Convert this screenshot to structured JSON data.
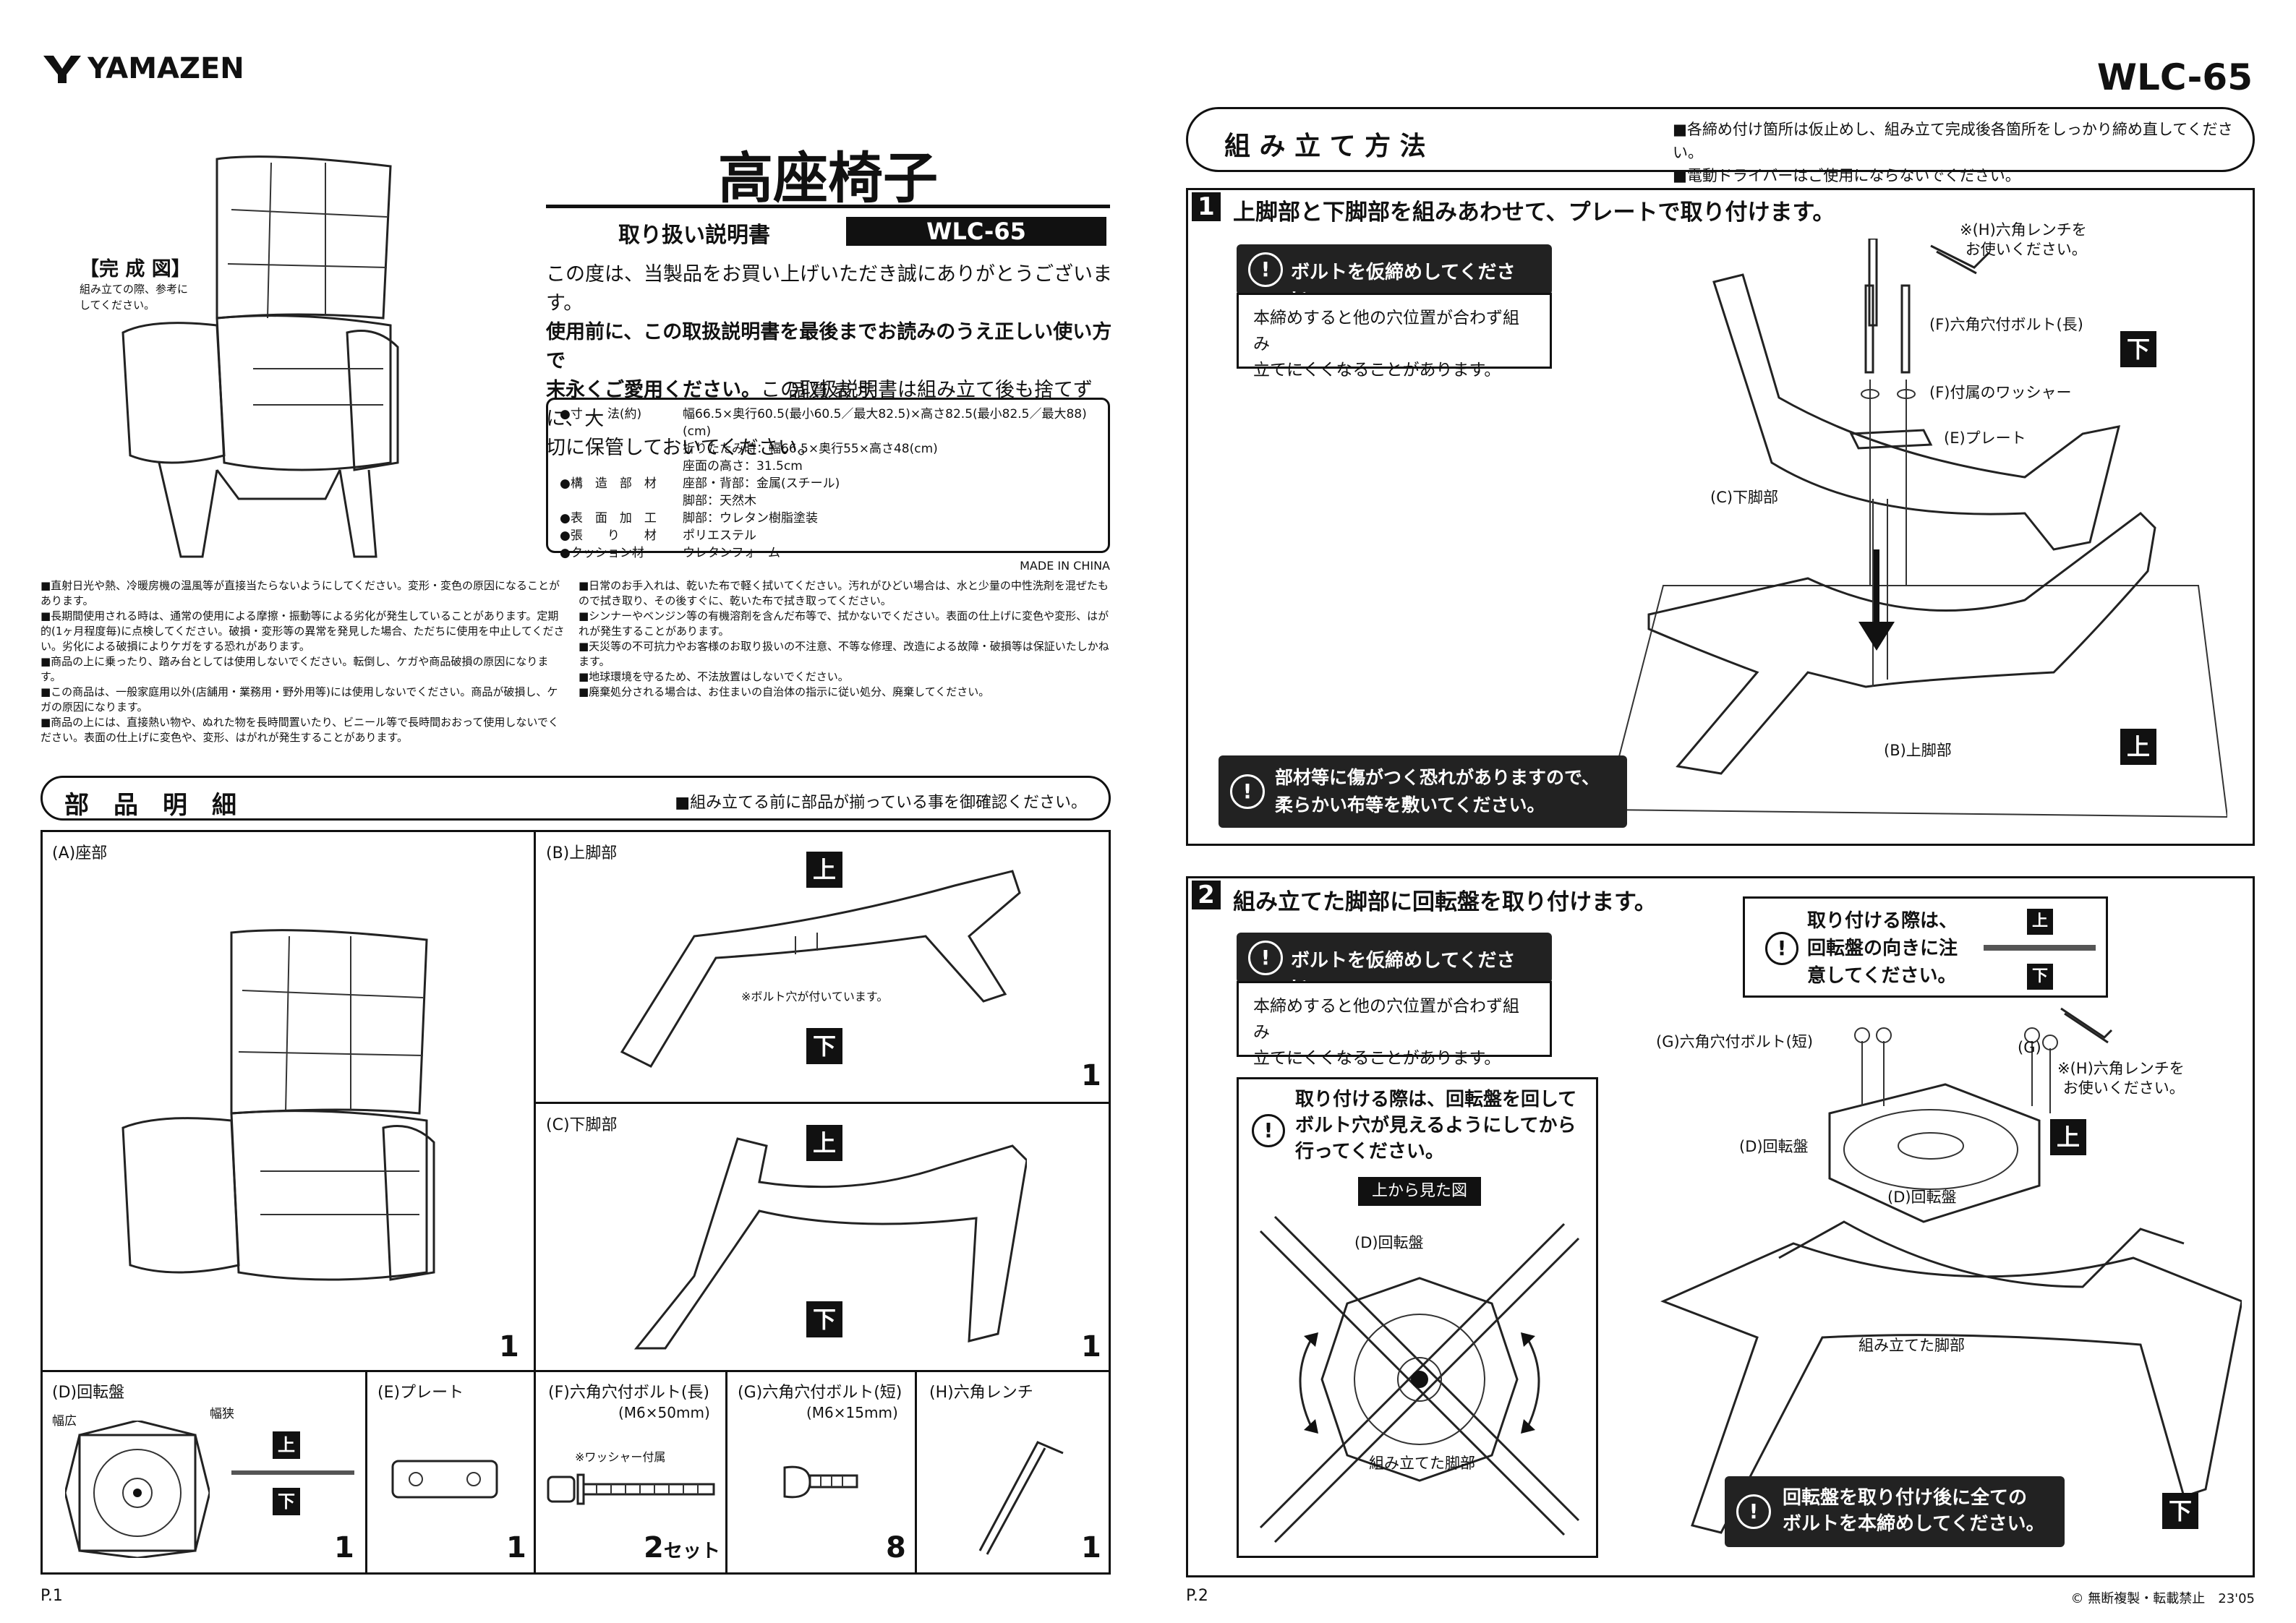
{
  "brand": "YAMAZEN",
  "header_model": "WLC-65",
  "product": {
    "title": "高座椅子",
    "manual_label": "取り扱い説明書",
    "model": "WLC-65",
    "finished_label": "【完 成 図】",
    "finished_note": "組み立ての際、参考にしてください。",
    "intro_1": "この度は、当製品をお買い上げいただき誠にありがとうございます。",
    "intro_2": "使用前に、この取扱説明書を最後までお読みのうえ正しい使い方で",
    "intro_3a": "末永くご愛用ください。",
    "intro_3b": "この取扱説明書は組み立て後も捨てずに、大",
    "intro_4": "切に保管しておいてください。"
  },
  "quality": {
    "title": "品 質 表 示",
    "rows": [
      {
        "label": "●寸　　法(約)",
        "value": "幅66.5×奥行60.5(最小60.5／最大82.5)×高さ82.5(最小82.5／最大88)(cm)"
      },
      {
        "label": "",
        "value": "折りたたみ時：幅66.5×奥行55×高さ48(cm)"
      },
      {
        "label": "",
        "value": "座面の高さ：31.5cm"
      },
      {
        "label": "●構　造　部　材",
        "value": "座部・背部：金属(スチール)"
      },
      {
        "label": "",
        "value": "脚部：天然木"
      },
      {
        "label": "●表　面　加　工",
        "value": "脚部：ウレタン樹脂塗装"
      },
      {
        "label": "●張　　り　　材",
        "value": "ポリエステル"
      },
      {
        "label": "●クッション材",
        "value": "ウレタンフォーム"
      }
    ],
    "origin": "MADE IN CHINA"
  },
  "notes_left": [
    "■直射日光や熱、冷暖房機の温風等が直接当たらないようにしてください。変形・変色の原因になることがあります。",
    "■長期間使用される時は、通常の使用による摩擦・振動等による劣化が発生していることがあります。定期的(1ヶ月程度毎)に点検してください。破損・変形等の異常を発見した場合、ただちに使用を中止してください。劣化による破損によりケガをする恐れがあります。",
    "■商品の上に乗ったり、踏み台としては使用しないでください。転倒し、ケガや商品破損の原因になります。",
    "■この商品は、一般家庭用以外(店舗用・業務用・野外用等)には使用しないでください。商品が破損し、ケガの原因になります。",
    "■商品の上には、直接熱い物や、ぬれた物を長時間置いたり、ビニール等で長時間おおって使用しないでください。表面の仕上げに変色や、変形、はがれが発生することがあります。"
  ],
  "notes_right": [
    "■日常のお手入れは、乾いた布で軽く拭いてください。汚れがひどい場合は、水と少量の中性洗剤を混ぜたもので拭き取り、その後すぐに、乾いた布で拭き取ってください。",
    "■シンナーやベンジン等の有機溶剤を含んだ布等で、拭かないでください。表面の仕上げに変色や変形、はがれが発生することがあります。",
    "■天災等の不可抗力やお客様のお取り扱いの不注意、不等な修理、改造による故障・破損等は保証いたしかねます。",
    "■地球環境を守るため、不法放置はしないでください。",
    "■廃棄処分される場合は、お住まいの自治体の指示に従い処分、廃棄してください。"
  ],
  "parts": {
    "title": "部　品　明　細",
    "note": "■組み立てる前に部品が揃っている事を御確認ください。",
    "a_label": "(A)座部",
    "a_qty": "1",
    "b_label": "(B)上脚部",
    "b_qty": "1",
    "b_note": "※ボルト穴が付いています。",
    "c_label": "(C)下脚部",
    "c_qty": "1",
    "up": "上",
    "down": "下",
    "d_label": "(D)回転盤",
    "d_wide": "幅広",
    "d_narrow": "幅狭",
    "d_qty": "1",
    "e_label": "(E)プレート",
    "e_qty": "1",
    "f_label": "(F)六角穴付ボルト(長)",
    "f_size": "(M6×50mm)",
    "f_washer": "※ワッシャー付属",
    "f_qty": "2",
    "f_unit": "セット",
    "g_label": "(G)六角穴付ボルト(短)",
    "g_size": "(M6×15mm)",
    "g_qty": "8",
    "h_label": "(H)六角レンチ",
    "h_qty": "1"
  },
  "page1": "P.1",
  "page2": "P.2",
  "assembly": {
    "title": "組 み 立 て 方 法",
    "note_1": "■各締め付け箇所は仮止めし、組み立て完成後各箇所をしっかり締め直してください。",
    "note_2": "■電動ドライバーはご使用にならないでください。"
  },
  "step1": {
    "num": "1",
    "title": "上脚部と下脚部を組みあわせて、プレートで取り付けます。",
    "caution": "ボルトを仮締めしてください。",
    "caution_body_1": "本締めすると他の穴位置が合わず組み",
    "caution_body_2": "立てにくくなることがあります。",
    "wrench_note_1": "※(H)六角レンチを",
    "wrench_note_2": "お使いください。",
    "bolt_label": "(F)六角穴付ボルト(長)",
    "washer_label": "(F)付属のワッシャー",
    "plate_label": "(E)プレート",
    "lower_label": "(C)下脚部",
    "upper_label": "(B)上脚部",
    "warn_1": "部材等に傷がつく恐れがありますので、",
    "warn_2": "柔らかい布等を敷いてください。",
    "down": "下",
    "up": "上"
  },
  "step2": {
    "num": "2",
    "title": "組み立てた脚部に回転盤を取り付けます。",
    "caution": "ボルトを仮締めしてください。",
    "caution_body_1": "本締めすると他の穴位置が合わず組み",
    "caution_body_2": "立てにくくなることがあります。",
    "orient_1": "取り付ける際は、",
    "orient_2": "回転盤の向きに注",
    "orient_3": "意してください。",
    "rotate_1": "取り付ける際は、回転盤を回して",
    "rotate_2": "ボルト穴が見えるようにしてから",
    "rotate_3": "行ってください。",
    "top_view": "上から見た図",
    "turntable": "(D)回転盤",
    "legs": "組み立てた脚部",
    "g_label": "(G)六角穴付ボルト(短)",
    "g_short": "(G)",
    "wrench_note_1": "※(H)六角レンチを",
    "wrench_note_2": "お使いください。",
    "final_1": "回転盤を取り付け後に全ての",
    "final_2": "ボルトを本締めしてください。",
    "up": "上",
    "down": "下"
  },
  "footer_copy": "© 無断複製・転載禁止　23'05"
}
